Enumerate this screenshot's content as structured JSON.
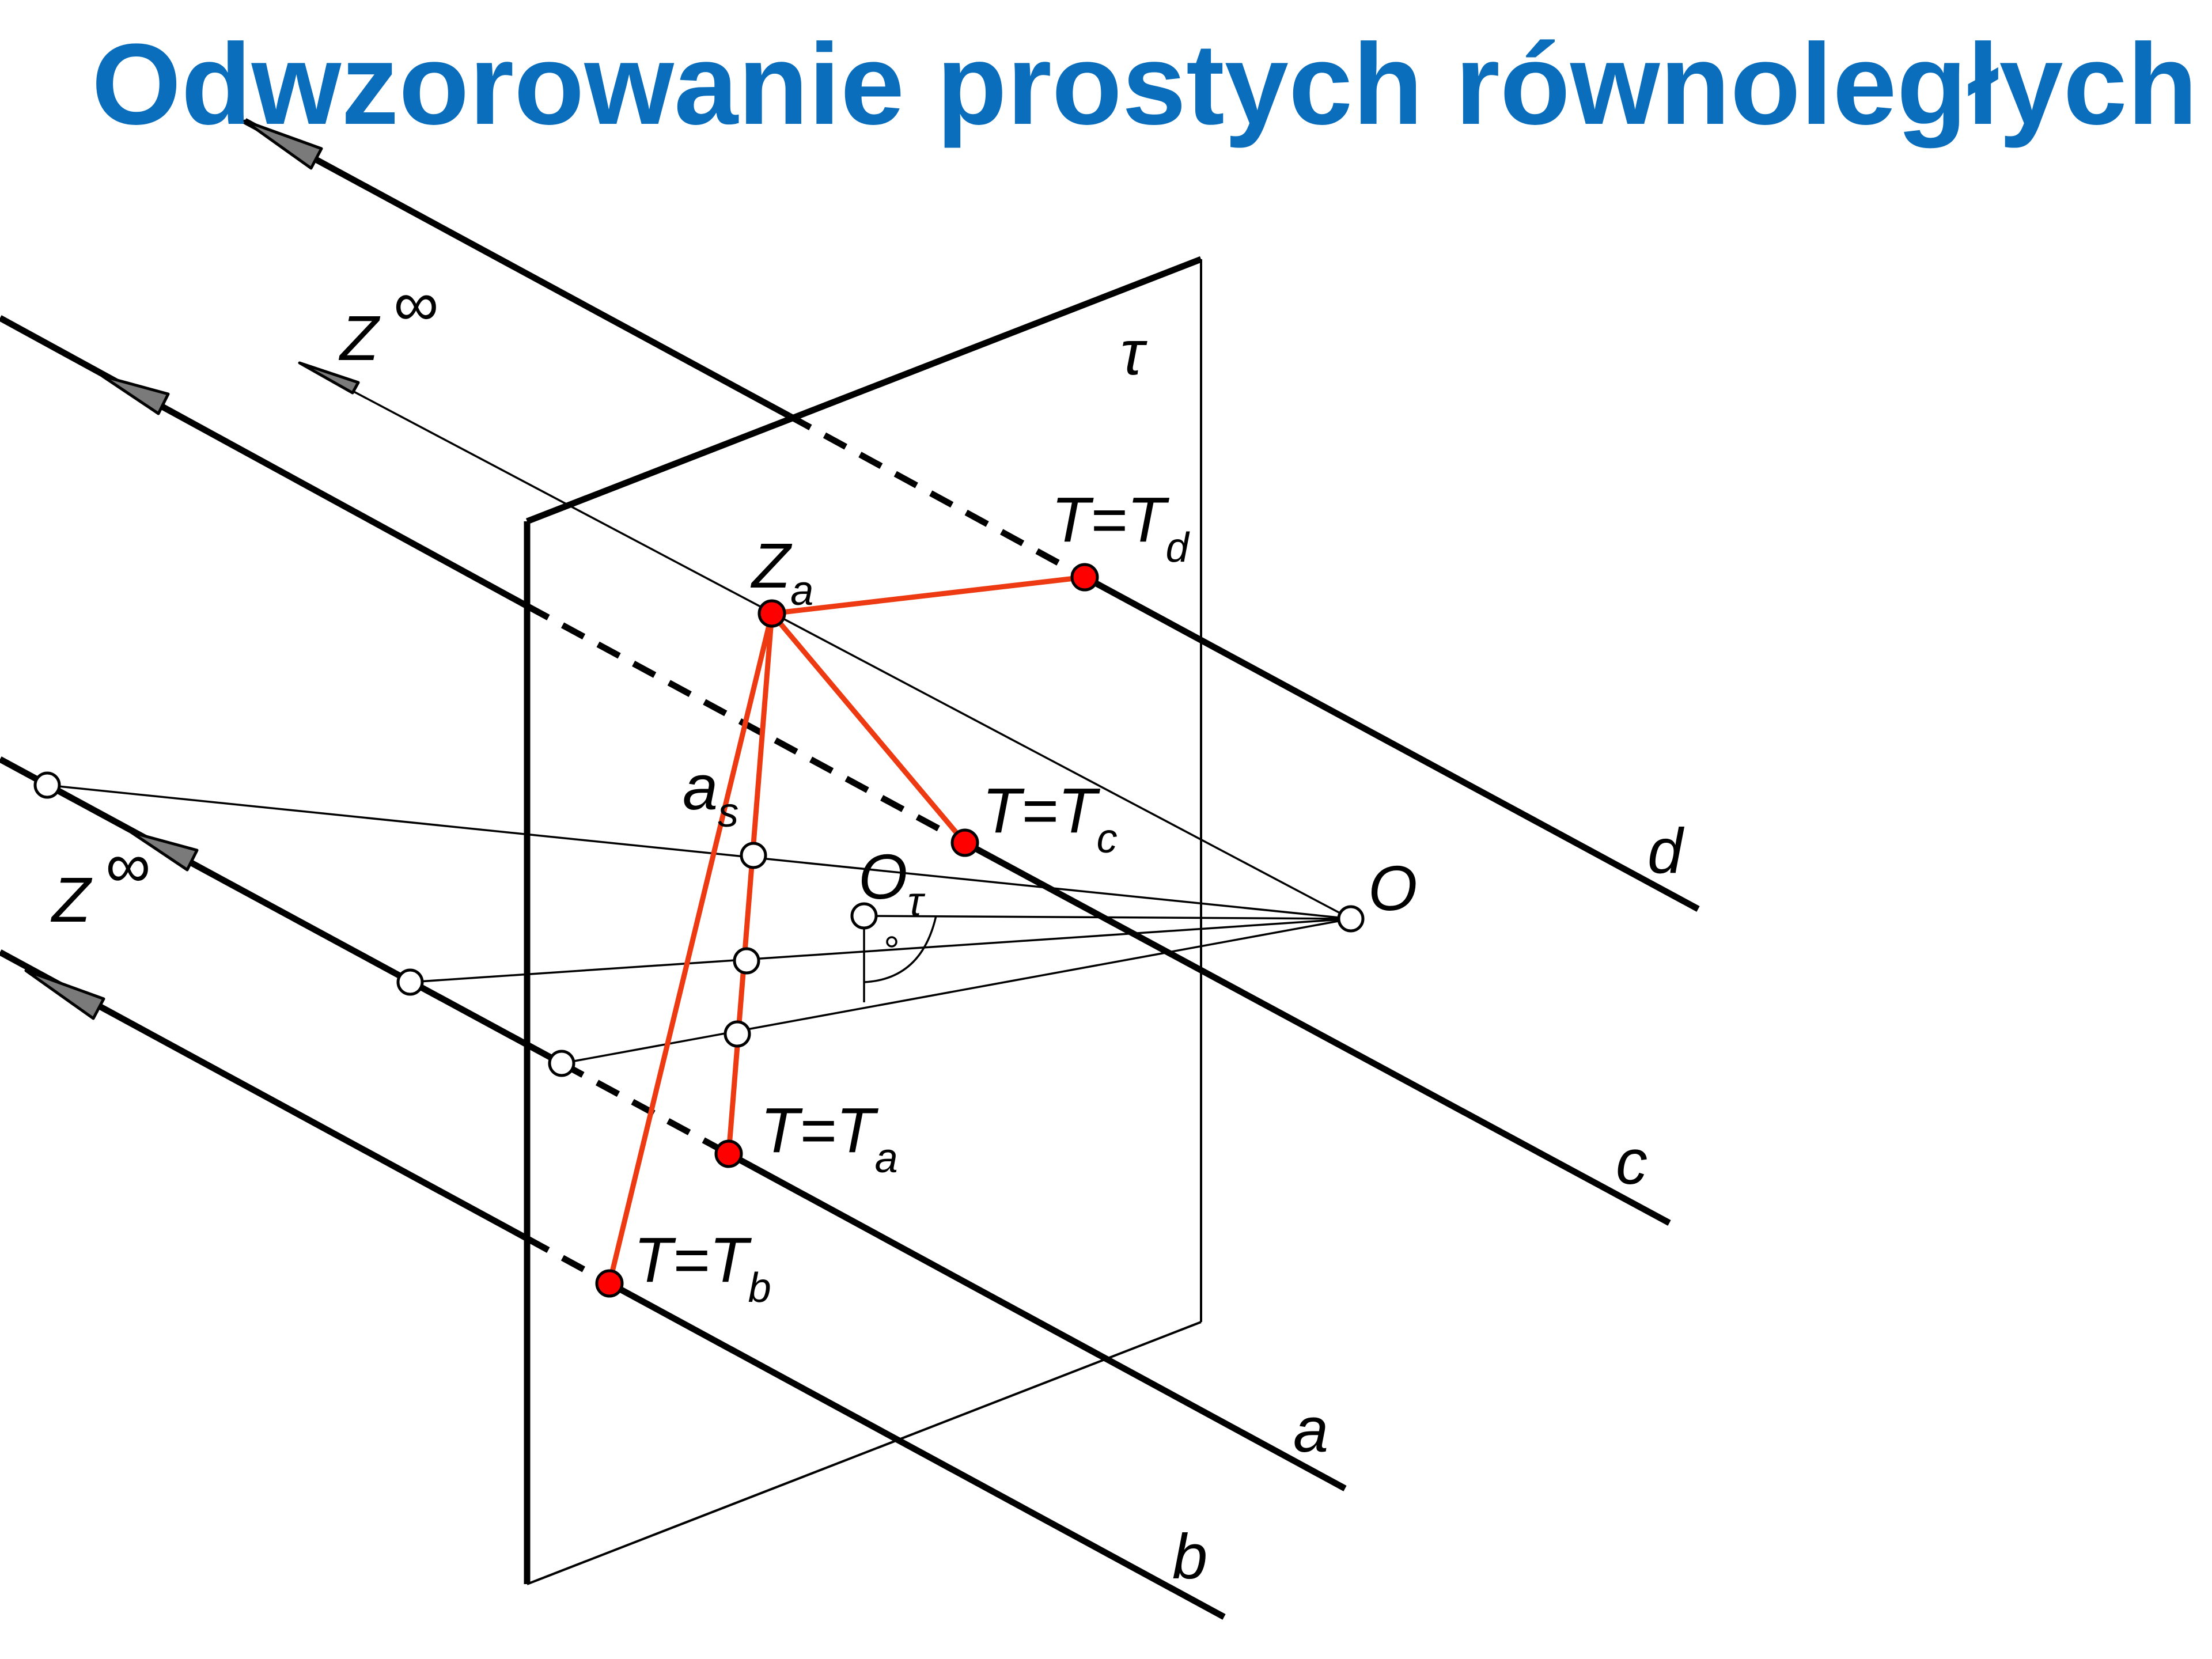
{
  "title": "Odwzorowanie prostych równoległych",
  "colors": {
    "title": "#0a6ebd",
    "trace_lines": "#ee3a12",
    "trace_points": "#ff0000",
    "lines": "#000000"
  },
  "labels": {
    "plane": "τ",
    "z_inf_upper": {
      "base": "Z",
      "sup": "∞"
    },
    "z_inf_lower": {
      "base": "Z",
      "sup": "∞"
    },
    "z_a": {
      "base": "Z",
      "sub": "a"
    },
    "a_s": {
      "base": "a",
      "sub": "s"
    },
    "t_d": {
      "base": "T=T",
      "sub": "d"
    },
    "t_c": {
      "base": "T=T",
      "sub": "c"
    },
    "t_a": {
      "base": "T=T",
      "sub": "a"
    },
    "t_b": {
      "base": "T=T",
      "sub": "b"
    },
    "o_tau": {
      "base": "O",
      "sub": "τ"
    },
    "o": "O",
    "line_d": "d",
    "line_c": "c",
    "line_a": "a",
    "line_b": "b"
  }
}
